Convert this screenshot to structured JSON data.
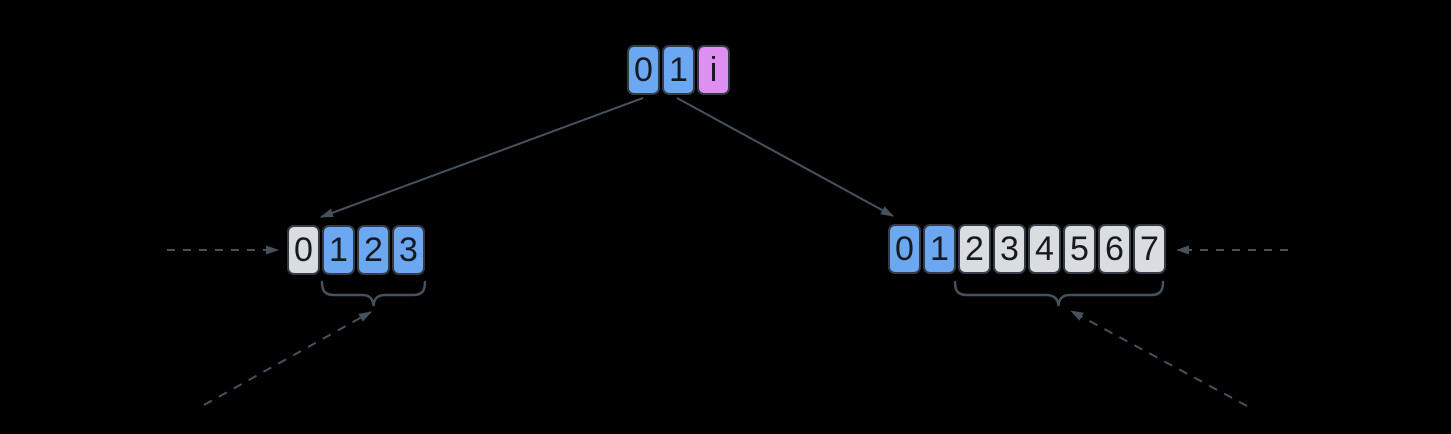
{
  "colors": {
    "background": "#000000",
    "cell_blue": "#6CA7F2",
    "cell_violet": "#DE8FF2",
    "cell_gray": "#D9DDE1",
    "cell_border": "#343B45",
    "cell_text": "#16191E",
    "line": "#45525E"
  },
  "arrays": {
    "top": {
      "cells": [
        {
          "label": "0",
          "fill": "blue"
        },
        {
          "label": "1",
          "fill": "blue"
        },
        {
          "label": "i",
          "fill": "violet"
        }
      ]
    },
    "left": {
      "cells": [
        {
          "label": "0",
          "fill": "gray"
        },
        {
          "label": "1",
          "fill": "blue"
        },
        {
          "label": "2",
          "fill": "blue"
        },
        {
          "label": "3",
          "fill": "blue"
        }
      ]
    },
    "right": {
      "cells": [
        {
          "label": "0",
          "fill": "blue"
        },
        {
          "label": "1",
          "fill": "blue"
        },
        {
          "label": "2",
          "fill": "gray"
        },
        {
          "label": "3",
          "fill": "gray"
        },
        {
          "label": "4",
          "fill": "gray"
        },
        {
          "label": "5",
          "fill": "gray"
        },
        {
          "label": "6",
          "fill": "gray"
        },
        {
          "label": "7",
          "fill": "gray"
        }
      ]
    }
  }
}
